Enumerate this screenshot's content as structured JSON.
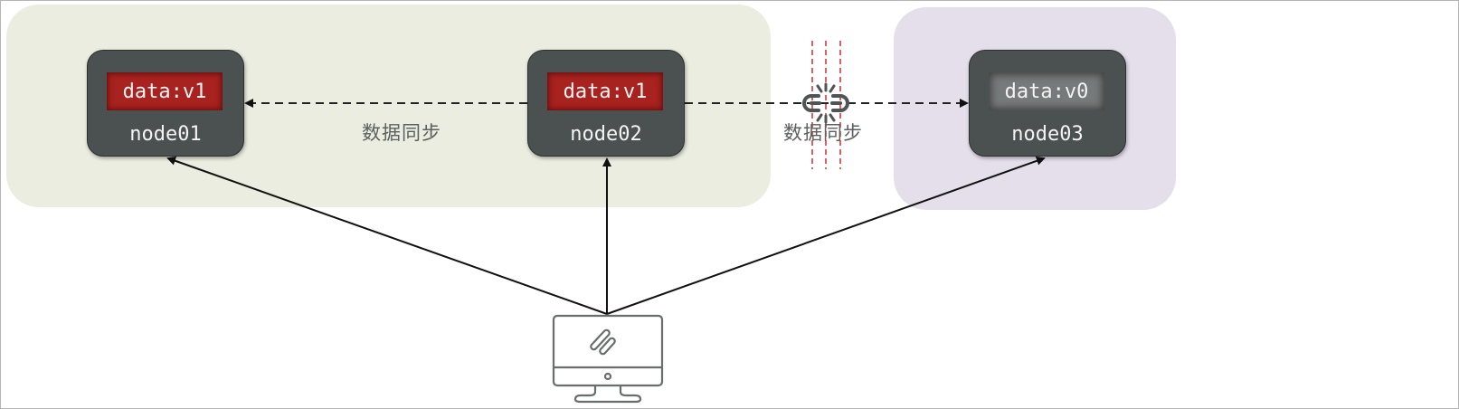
{
  "diagram": {
    "title": "",
    "zones": [
      {
        "id": "zone-a",
        "color": "#eaeddf",
        "contains": [
          "node01",
          "node02"
        ]
      },
      {
        "id": "zone-b",
        "color": "#e5dfec",
        "contains": [
          "node03"
        ]
      }
    ],
    "nodes": [
      {
        "id": "node01",
        "name": "node01",
        "data": "data:v1",
        "data_color": "#a8221f"
      },
      {
        "id": "node02",
        "name": "node02",
        "data": "data:v1",
        "data_color": "#a8221f"
      },
      {
        "id": "node03",
        "name": "node03",
        "data": "data:v0",
        "data_color": "#777a7a"
      }
    ],
    "edges": [
      {
        "from": "node02",
        "to": "node01",
        "style": "dashed",
        "label": "数据同步"
      },
      {
        "from": "node02",
        "to": "node03",
        "style": "dashed",
        "label": "数据同步",
        "broken": true
      },
      {
        "from": "client",
        "to": "node01",
        "style": "solid"
      },
      {
        "from": "client",
        "to": "node02",
        "style": "solid"
      },
      {
        "from": "client",
        "to": "node03",
        "style": "solid"
      }
    ],
    "icons": {
      "broken_link": "broken-link-icon",
      "client": "desktop-computer-icon",
      "partition": "network-partition-lines"
    },
    "colors": {
      "node_bg": "#4b5050",
      "partition_line": "#d9363e",
      "arrow": "#111111",
      "label_text": "#5d6060"
    }
  }
}
